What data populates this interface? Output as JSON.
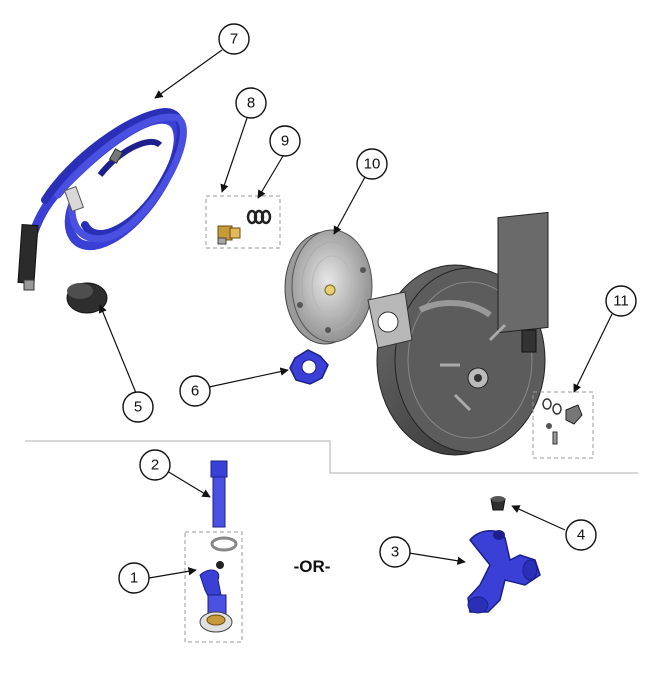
{
  "colors": {
    "hose_blue": "#3a3fd6",
    "hose_dark": "#1c1f8c",
    "metal_dark": "#4a4a4a",
    "metal_mid": "#8a8a8a",
    "metal_light": "#d8d8d8",
    "brass": "#c89a3a",
    "line": "#111111"
  },
  "callouts": [
    {
      "id": "1",
      "label": "1"
    },
    {
      "id": "2",
      "label": "2"
    },
    {
      "id": "3",
      "label": "3"
    },
    {
      "id": "4",
      "label": "4"
    },
    {
      "id": "5",
      "label": "5"
    },
    {
      "id": "6",
      "label": "6"
    },
    {
      "id": "7",
      "label": "7"
    },
    {
      "id": "8",
      "label": "8"
    },
    {
      "id": "9",
      "label": "9"
    },
    {
      "id": "10",
      "label": "10"
    },
    {
      "id": "11",
      "label": "11"
    }
  ],
  "separator_text": "-OR-"
}
